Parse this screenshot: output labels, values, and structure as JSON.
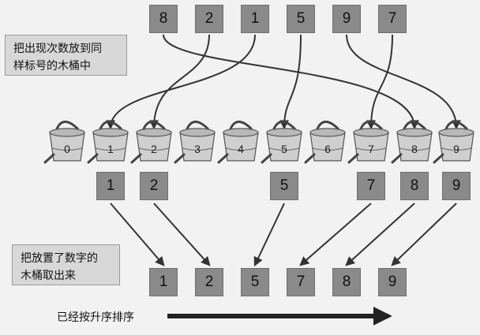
{
  "input_sequence": [
    "8",
    "2",
    "1",
    "5",
    "9",
    "7"
  ],
  "bucket_labels": [
    "0",
    "1",
    "2",
    "3",
    "4",
    "5",
    "6",
    "7",
    "8",
    "9"
  ],
  "filled_buckets": [
    "1",
    "2",
    "5",
    "7",
    "8",
    "9"
  ],
  "output_sequence": [
    "1",
    "2",
    "5",
    "7",
    "8",
    "9"
  ],
  "callouts": {
    "top_line1": "把出现次数放到同",
    "top_line2": "样标号的木桶中",
    "bottom_line1": "把放置了数字的",
    "bottom_line2": "木桶取出来"
  },
  "footer_caption": "已经按升序排序",
  "colors": {
    "box": "#8a8a8a",
    "callout": "#d8d8d8",
    "arrow": "#333333",
    "bucket": "#cfcfcf"
  }
}
